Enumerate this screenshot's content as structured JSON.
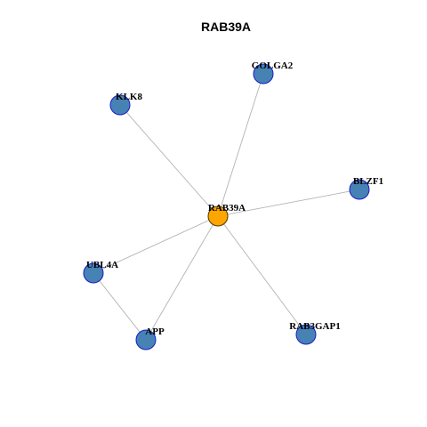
{
  "title": "RAB39A",
  "colors": {
    "hub_fill": "#FFA500",
    "hub_stroke": "#4d3a00",
    "node_fill": "#4682B4",
    "node_stroke": "#1a1acc",
    "edge": "#b3b3b3"
  },
  "nodes": [
    {
      "id": "RAB39A",
      "label": "RAB39A",
      "hub": true
    },
    {
      "id": "GOLGA2",
      "label": "GOLGA2",
      "hub": false
    },
    {
      "id": "KLK8",
      "label": "KLK8",
      "hub": false
    },
    {
      "id": "BLZF1",
      "label": "BLZF1",
      "hub": false
    },
    {
      "id": "UBL4A",
      "label": "UBL4A",
      "hub": false
    },
    {
      "id": "APP",
      "label": "APP",
      "hub": false
    },
    {
      "id": "RAB3GAP1",
      "label": "RAB3GAP1",
      "hub": false
    }
  ],
  "edges": [
    [
      "RAB39A",
      "GOLGA2"
    ],
    [
      "RAB39A",
      "KLK8"
    ],
    [
      "RAB39A",
      "BLZF1"
    ],
    [
      "RAB39A",
      "UBL4A"
    ],
    [
      "RAB39A",
      "APP"
    ],
    [
      "RAB39A",
      "RAB3GAP1"
    ],
    [
      "UBL4A",
      "APP"
    ]
  ]
}
